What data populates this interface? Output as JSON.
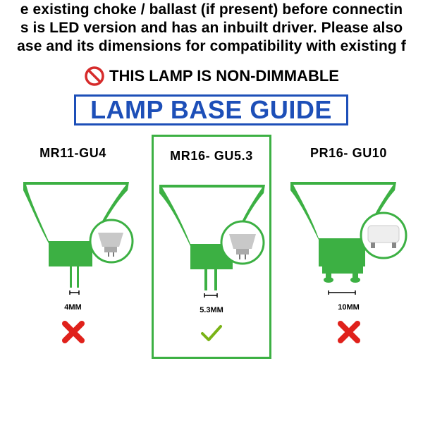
{
  "banner": {
    "line1": "e existing choke / ballast (if present) before connectin",
    "line2": "s is LED version and has an inbuilt driver. Please also",
    "line3": "ase and its dimensions for compatibility with existing f"
  },
  "warning": {
    "text": "THIS LAMP IS NON-DIMMABLE",
    "icon": "no-symbol-icon"
  },
  "guide": {
    "title": "LAMP BASE GUIDE"
  },
  "lamps": [
    {
      "label": "MR11-GU4",
      "size": "4MM",
      "compatible": false
    },
    {
      "label": "MR16- GU5.3",
      "size": "5.3MM",
      "compatible": true
    },
    {
      "label": "PR16- GU10",
      "size": "10MM",
      "compatible": false
    }
  ],
  "colors": {
    "lamp_green": "#3cb043",
    "title_blue": "#1d4fb8",
    "cross_red": "#e0211b",
    "check_green": "#7ab317",
    "no_icon_red": "#d62b2b"
  }
}
